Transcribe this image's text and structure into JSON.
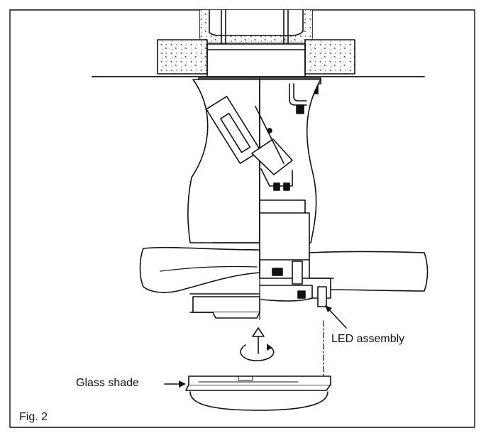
{
  "labels": {
    "led_assembly": "LED assembly",
    "glass_shade": "Glass shade",
    "figure": "Fig. 2"
  }
}
